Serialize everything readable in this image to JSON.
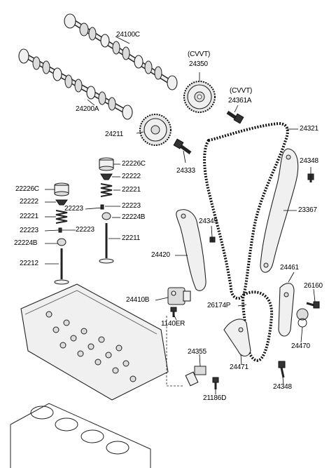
{
  "labels": {
    "c24100C": "24100C",
    "c24200A": "24200A",
    "cvvt1": "(CVVT)",
    "c24350": "24350",
    "cvvt2": "(CVVT)",
    "c24361A": "24361A",
    "c24211": "24211",
    "c24321": "24321",
    "c24333": "24333",
    "c22226C_top": "22226C",
    "c22222_top": "22222",
    "c22221_top": "22221",
    "c22223_top": "22223",
    "c22224B_top": "22224B",
    "c22211": "22211",
    "c22226C_left": "22226C",
    "c22222_left": "22222",
    "c22221_left": "22221",
    "c22223_mid": "22223",
    "c22223_left": "22223",
    "c22224B_left": "22224B",
    "c22212": "22212",
    "c24348_top": "24348",
    "c23367": "23367",
    "c24349": "24349",
    "c24420": "24420",
    "c24461": "24461",
    "c26160": "26160",
    "c24410B": "24410B",
    "c26174P": "26174P",
    "c1140ER": "1140ER",
    "c24470": "24470",
    "c24355": "24355",
    "c24471": "24471",
    "c24348_bot": "24348",
    "c21186D": "21186D"
  }
}
